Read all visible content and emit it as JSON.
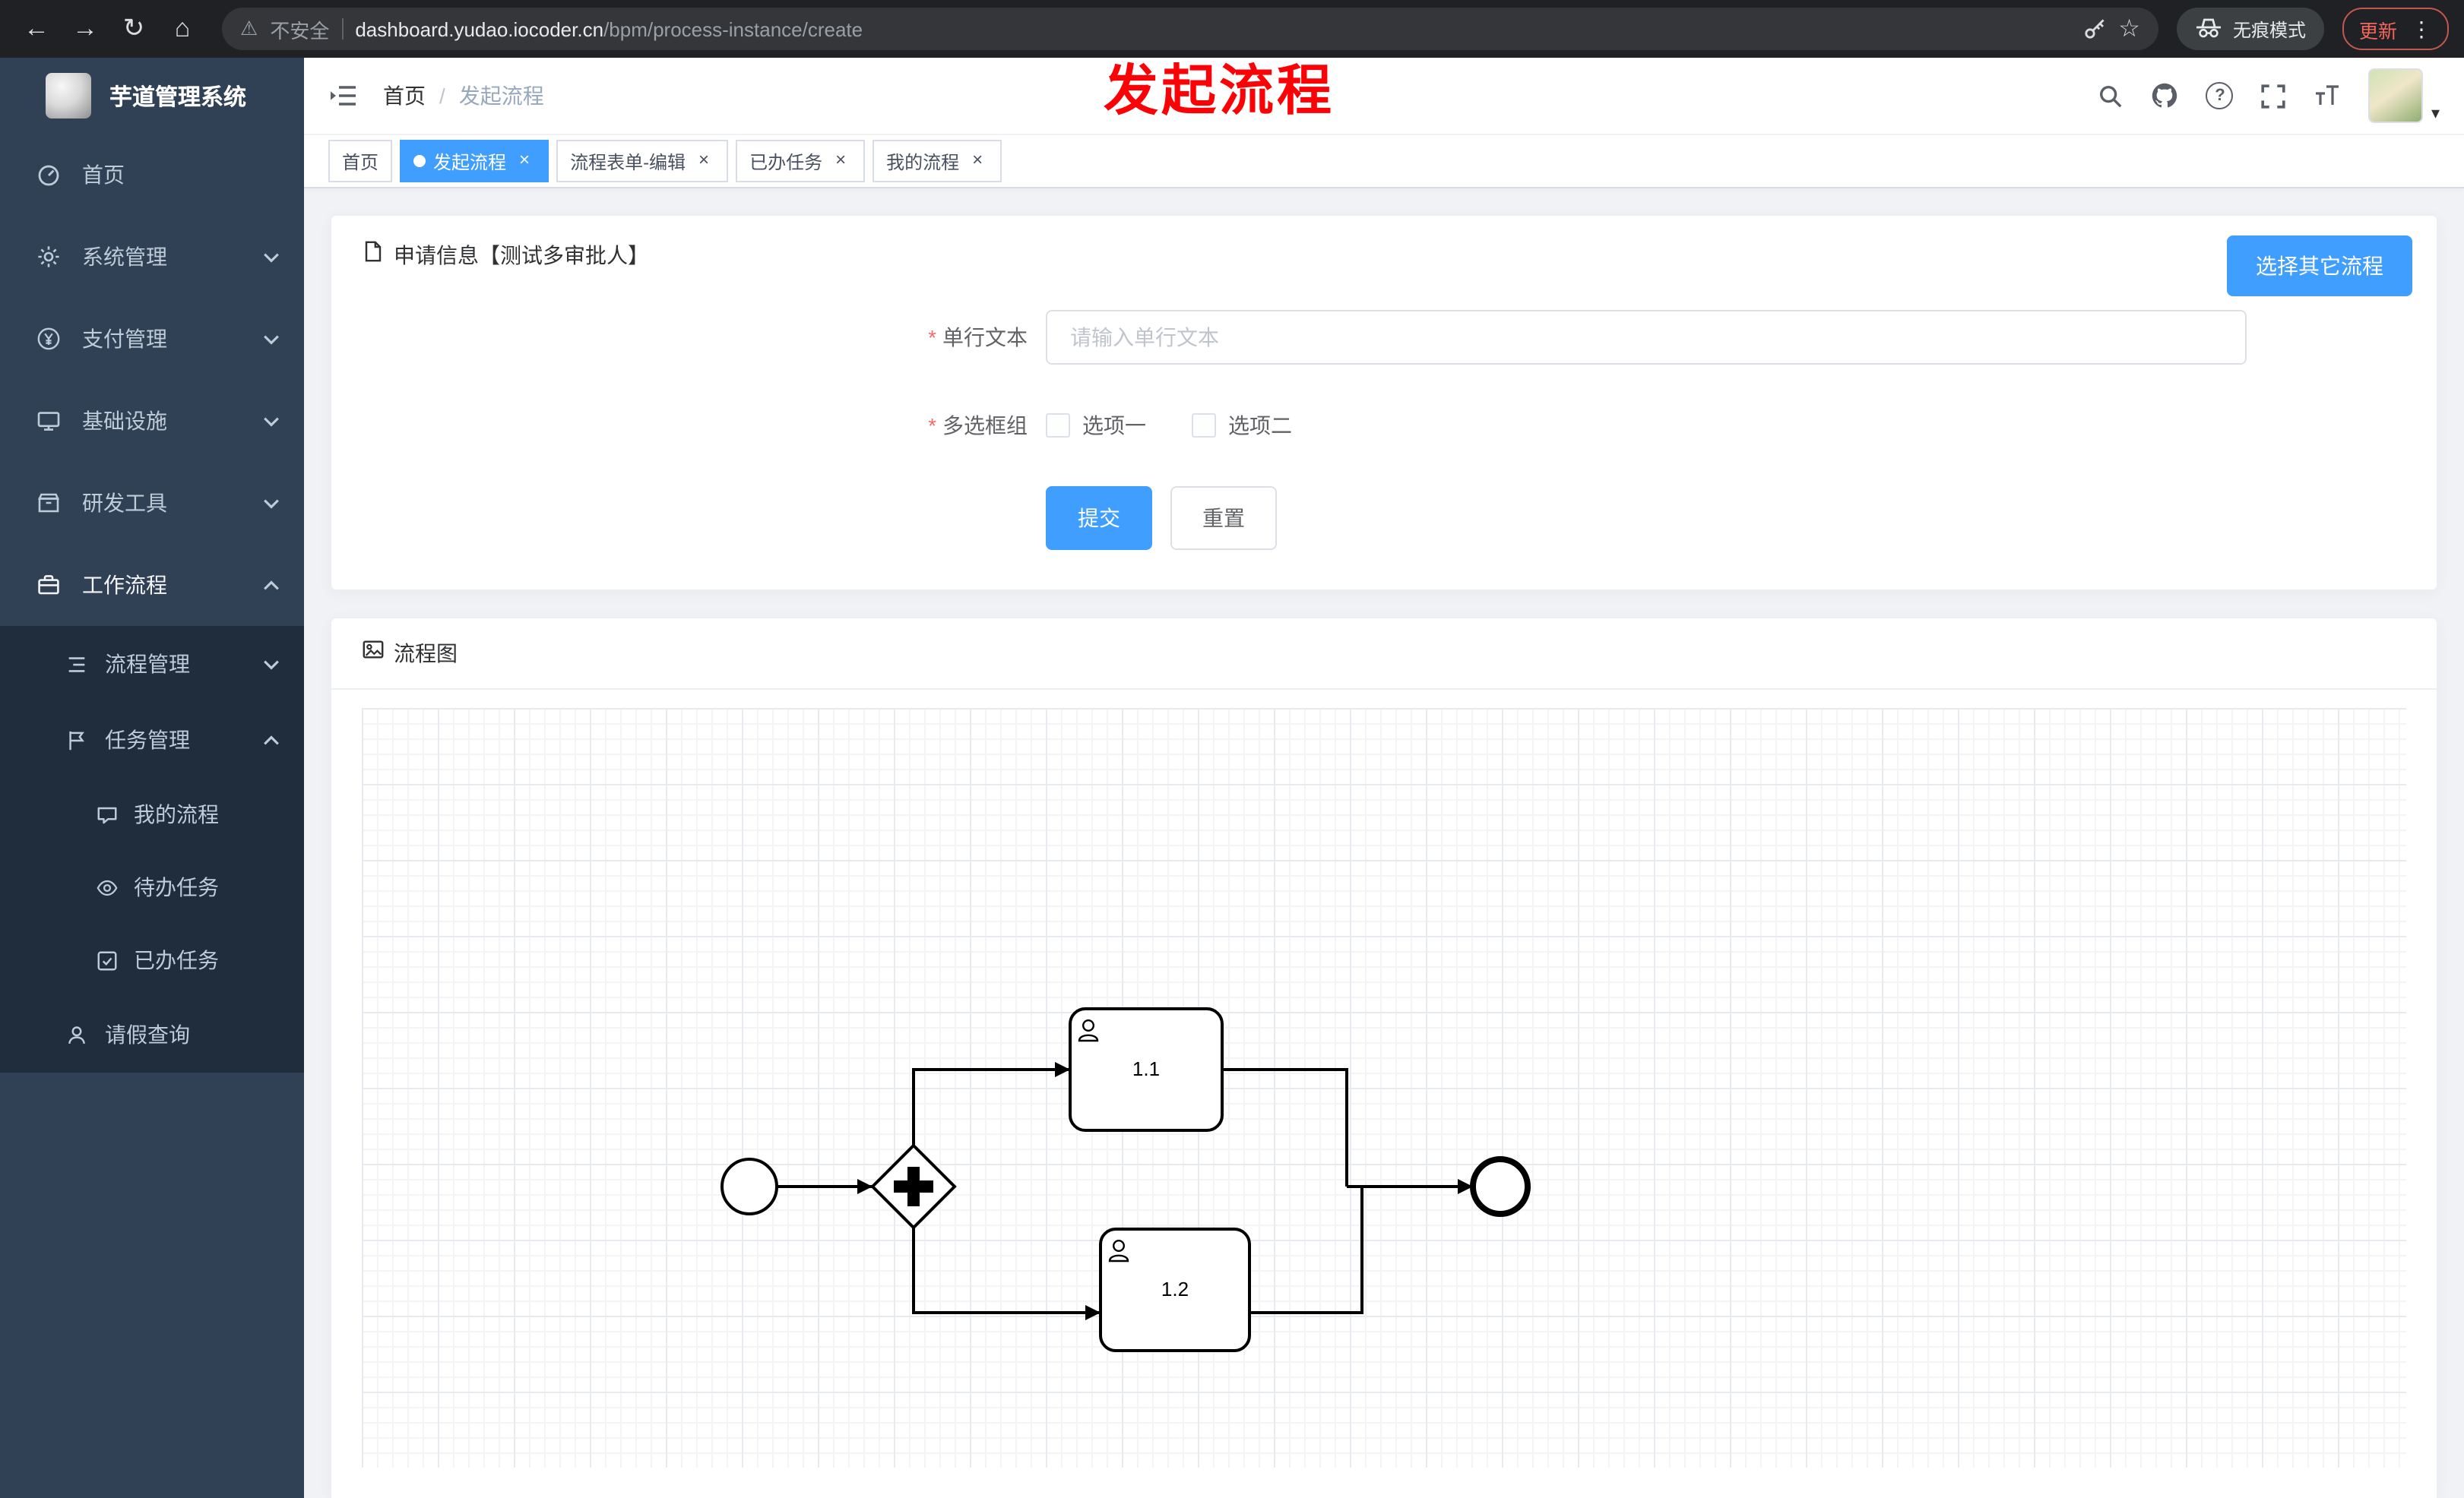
{
  "colors": {
    "accent": "#409eff",
    "annotation_red": "#fb0207",
    "sidebar_bg": "#304156",
    "sidebar_sub_bg": "#1f2d3d",
    "danger": "#f56c6c"
  },
  "icons": {
    "back": "←",
    "forward": "→",
    "reload": "↻",
    "home": "⌂",
    "warning": "⚠",
    "star": "☆",
    "menu_dots": "⋮",
    "close": "×",
    "active_dot": "●",
    "breadcrumb_separator": "/",
    "question_mark": "?",
    "required_mark": "*",
    "avatar_caret": "▾"
  },
  "browser": {
    "security_label": "不安全",
    "url_domain": "dashboard.yudao.iocoder.cn",
    "url_path": "/bpm/process-instance/create",
    "incognito_label": "无痕模式",
    "update_label": "更新"
  },
  "overlay_annotation": "发起流程",
  "sidebar": {
    "logo_title": "芋道管理系统",
    "menu": [
      {
        "label": "首页"
      },
      {
        "label": "系统管理"
      },
      {
        "label": "支付管理"
      },
      {
        "label": "基础设施"
      },
      {
        "label": "研发工具"
      },
      {
        "label": "工作流程",
        "expanded": true
      }
    ],
    "workflow_submenu": [
      {
        "label": "流程管理"
      },
      {
        "label": "任务管理",
        "expanded": true
      }
    ],
    "task_submenu": [
      {
        "label": "我的流程"
      },
      {
        "label": "待办任务"
      },
      {
        "label": "已办任务"
      }
    ],
    "leave_item": {
      "label": "请假查询"
    }
  },
  "header": {
    "breadcrumb_home": "首页",
    "breadcrumb_current": "发起流程"
  },
  "tabs": [
    {
      "label": "首页",
      "closable": false,
      "active": false
    },
    {
      "label": "发起流程",
      "closable": true,
      "active": true
    },
    {
      "label": "流程表单-编辑",
      "closable": true,
      "active": false
    },
    {
      "label": "已办任务",
      "closable": true,
      "active": false
    },
    {
      "label": "我的流程",
      "closable": true,
      "active": false
    }
  ],
  "apply_card": {
    "title": "申请信息【测试多审批人】",
    "select_other_label": "选择其它流程",
    "text_field": {
      "label": "单行文本",
      "required": true,
      "value": "",
      "placeholder": "请输入单行文本"
    },
    "checkbox_group": {
      "label": "多选框组",
      "required": true,
      "options": [
        {
          "label": "选项一",
          "checked": false
        },
        {
          "label": "选项二",
          "checked": false
        }
      ]
    },
    "submit_label": "提交",
    "reset_label": "重置"
  },
  "flow_card": {
    "title": "流程图",
    "diagram": {
      "type": "bpmn-flow",
      "nodes": [
        {
          "id": "start",
          "type": "startEvent"
        },
        {
          "id": "gateway",
          "type": "parallelGateway"
        },
        {
          "id": "task1",
          "type": "userTask",
          "label": "1.1"
        },
        {
          "id": "task2",
          "type": "userTask",
          "label": "1.2"
        },
        {
          "id": "end",
          "type": "endEvent"
        }
      ],
      "flows": [
        [
          "start",
          "gateway"
        ],
        [
          "gateway",
          "task1"
        ],
        [
          "gateway",
          "task2"
        ],
        [
          "task1",
          "end"
        ],
        [
          "task2",
          "end"
        ]
      ],
      "tasks": [
        {
          "label": "1.1"
        },
        {
          "label": "1.2"
        }
      ]
    }
  }
}
